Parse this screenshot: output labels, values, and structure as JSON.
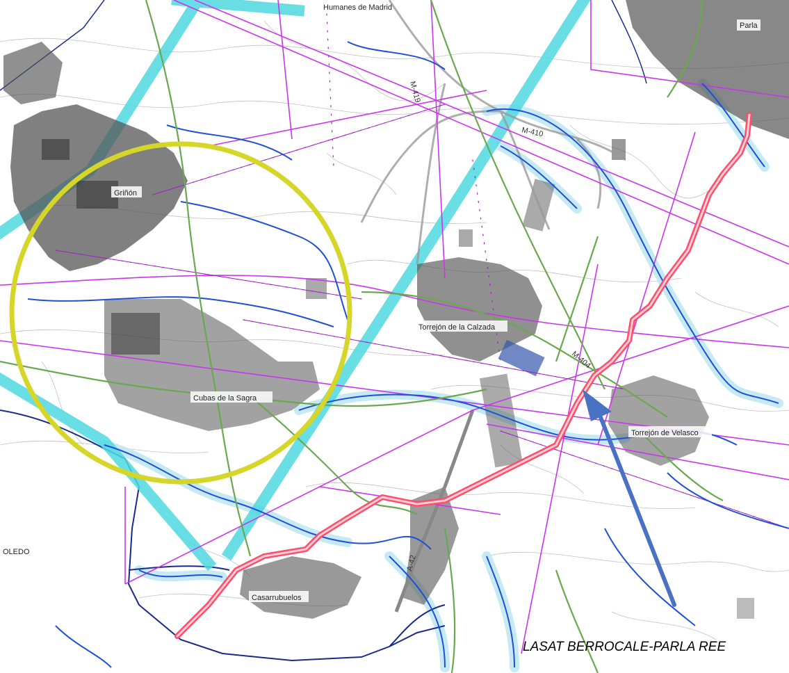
{
  "towns": {
    "humanes": "Humanes de Madrid",
    "parla": "Parla",
    "grinon": "Griñón",
    "torrejon_calzada": "Torrejón de la Calzada",
    "cubas": "Cubas de la Sagra",
    "torrejon_velasco": "Torrejón de Velasco",
    "casarrubuelos": "Casarrubuelos",
    "toledo_partial": "OLEDO"
  },
  "roads": {
    "m419": "M-419",
    "m410": "M-410",
    "m404": "M-404",
    "a42": "A-42"
  },
  "annotation": {
    "text": "LASAT BERROCALE-PARLA REE"
  },
  "colors": {
    "background": "#ffffff",
    "topo_lines": "#b8b8b8",
    "urban_blocks": "#555555",
    "rivers": "#1f4fd6",
    "river_buffer": "#bfe8f2",
    "power_lines": "#cc33ee",
    "green_lines": "#6aa84f",
    "municipal_border": "#1a2a8a",
    "corridor": "#4fd8e0",
    "highlight_circle": "#d6d62a",
    "route_line": "#ff4d6a",
    "arrow": "#4a72c4"
  }
}
